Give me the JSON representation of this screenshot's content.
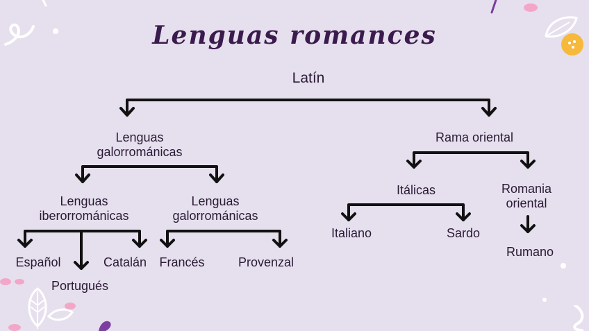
{
  "title": "Lenguas romances",
  "nodes": {
    "latin": "Latín",
    "galo_top_1": "Lenguas",
    "galo_top_2": "galorrománicas",
    "rama_oriental": "Rama oriental",
    "ibero_1": "Lenguas",
    "ibero_2": "iberorrománicas",
    "galo_sub_1": "Lenguas",
    "galo_sub_2": "galorrománicas",
    "italicas": "Itálicas",
    "romania_1": "Romania",
    "romania_2": "oriental",
    "espanol": "Español",
    "portugues": "Portugués",
    "catalan": "Catalán",
    "frances": "Francés",
    "provenzal": "Provenzal",
    "italiano": "Italiano",
    "sardo": "Sardo",
    "rumano": "Rumano"
  },
  "colors": {
    "background": "#e6e0ee",
    "title": "#3b1b4d",
    "lines": "#111111",
    "accent_orange": "#f6b93b",
    "accent_pink": "#f3a6c8",
    "accent_purple": "#7b3fa0"
  }
}
